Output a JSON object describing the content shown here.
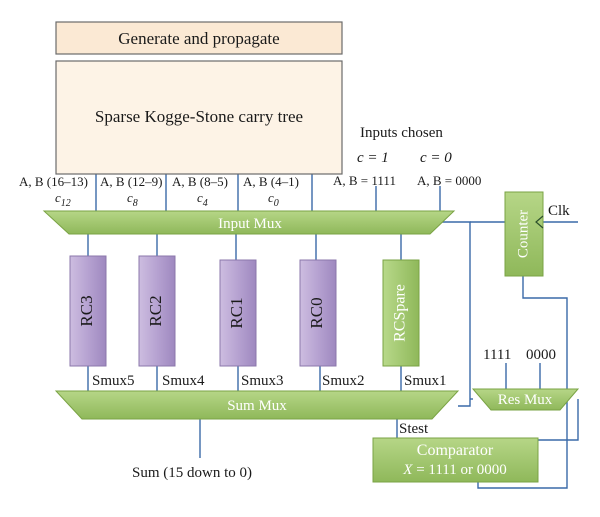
{
  "colors": {
    "header_fill": "#fbe9d4",
    "tree_fill": "#fdf3e6",
    "mux_fill": "#a2c96b",
    "mux_stroke": "#7aa344",
    "rc_fill": "#b9a6d2",
    "rc_stroke": "#8b77ab",
    "spare_fill": "#a2c96b",
    "wire": "#3a6aa8"
  },
  "header": {
    "label": "Generate and propagate"
  },
  "carry_tree": {
    "label": "Sparse Kogge-Stone carry tree"
  },
  "inputs_chosen": {
    "title": "Inputs chosen",
    "c1": "c = 1",
    "c0": "c = 0",
    "ab1": "A, B = 1111",
    "ab0": "A, B = 0000"
  },
  "input_groups": [
    {
      "range": "A, B (16–13)",
      "carry": "c",
      "sub": "12"
    },
    {
      "range": "A, B (12–9)",
      "carry": "c",
      "sub": "8"
    },
    {
      "range": "A, B (8–5)",
      "carry": "c",
      "sub": "4"
    },
    {
      "range": "A, B (4–1)",
      "carry": "c",
      "sub": "0"
    }
  ],
  "input_mux": {
    "label": "Input Mux"
  },
  "counter": {
    "label": "Counter",
    "clock": "Clk"
  },
  "ripple_carry": [
    {
      "label": "RC3",
      "smux": "Smux5"
    },
    {
      "label": "RC2",
      "smux": "Smux4"
    },
    {
      "label": "RC1",
      "smux": "Smux3"
    },
    {
      "label": "RC0",
      "smux": "Smux2"
    },
    {
      "label": "RCSpare",
      "smux": "Smux1"
    }
  ],
  "sum_mux": {
    "label": "Sum Mux"
  },
  "res_mux": {
    "label": "Res Mux",
    "in1": "1111",
    "in0": "0000"
  },
  "stest": "Stest",
  "comparator": {
    "title": "Comparator",
    "condition_var": "X",
    "condition_rest": " = 1111 or 0000"
  },
  "sum_output": "Sum (15 down to 0)"
}
